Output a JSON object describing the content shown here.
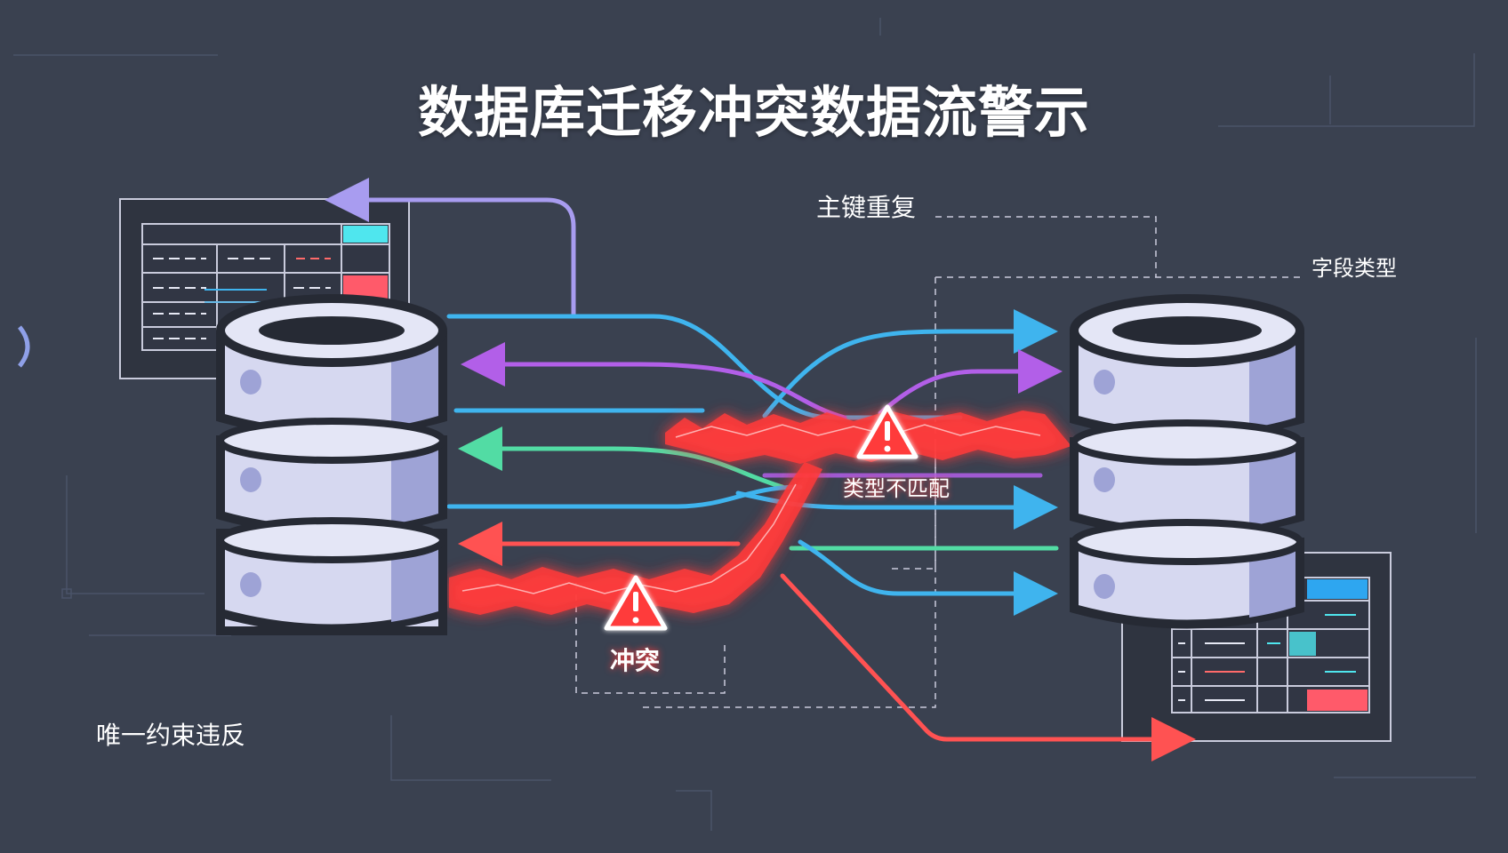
{
  "title": "数据库迁移冲突数据流警示",
  "labels": {
    "primary_key_duplicate": "主键重复",
    "field_type": "字段类型",
    "unique_constraint_violation": "唯一约束违反",
    "type_mismatch": "类型不匹配",
    "conflict": "冲突"
  },
  "icons": {
    "database": "database-cylinder-icon",
    "warning": "warning-triangle-icon",
    "table": "data-table-icon"
  },
  "colors": {
    "background": "#3a4150",
    "database_body": "#d6d8f0",
    "database_shade": "#9ea3d6",
    "flow_blue": "#3fb4ee",
    "flow_purple": "#b25fe8",
    "flow_green": "#52dca4",
    "flow_red": "#ff5252",
    "flow_lavender": "#a89cf0",
    "conflict_glow": "#ff4040",
    "table_cyan": "#4fe6ee",
    "table_red": "#ff5a6a",
    "table_blue": "#2ea6f0"
  }
}
